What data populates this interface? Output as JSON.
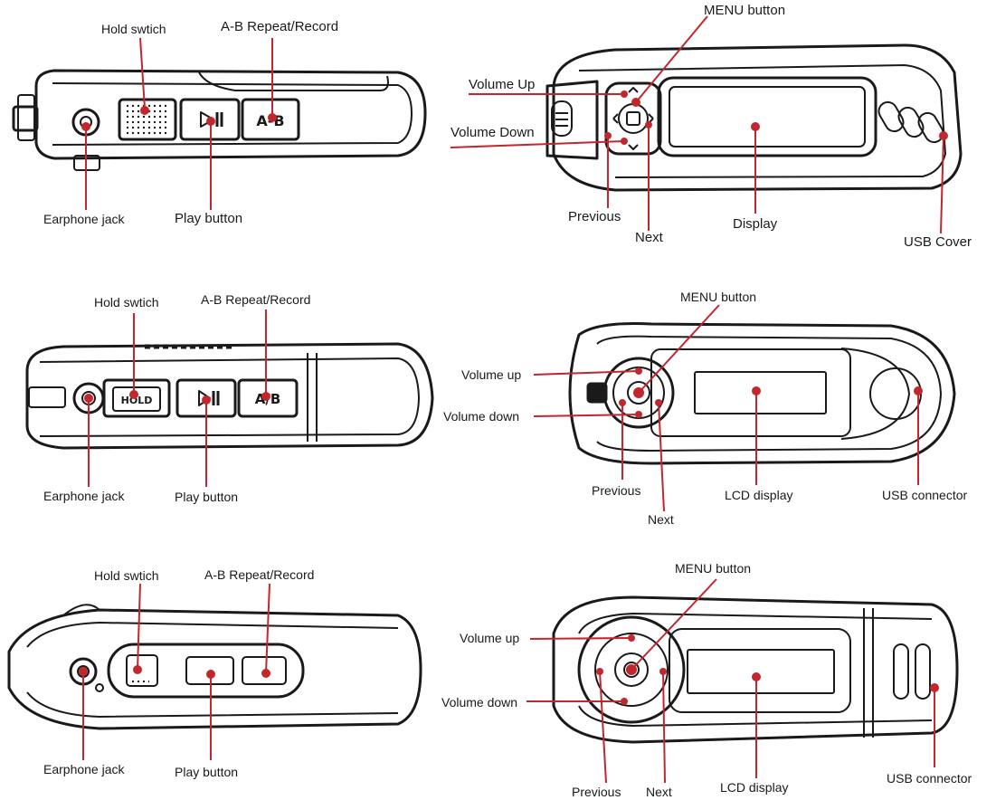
{
  "colors": {
    "outline": "#1a1a1a",
    "callout": "#c0282d",
    "background": "#ffffff"
  },
  "row1": {
    "side": {
      "hold": "Hold swtich",
      "ab": "A-B Repeat/Record",
      "earphone": "Earphone jack",
      "play": "Play button",
      "ab_face": "A-B"
    },
    "front": {
      "menu": "MENU button",
      "vol_up": "Volume Up",
      "vol_down": "Volume Down",
      "previous": "Previous",
      "next": "Next",
      "display": "Display",
      "usb": "USB Cover"
    }
  },
  "row2": {
    "side": {
      "hold": "Hold swtich",
      "ab": "A-B Repeat/Record",
      "earphone": "Earphone jack",
      "play": "Play button",
      "hold_face": "HOLD",
      "ab_face": "A/B"
    },
    "front": {
      "menu": "MENU button",
      "vol_up": "Volume up",
      "vol_down": "Volume down",
      "previous": "Previous",
      "next": "Next",
      "display": "LCD display",
      "usb": "USB connector"
    }
  },
  "row3": {
    "side": {
      "hold": "Hold swtich",
      "ab": "A-B Repeat/Record",
      "earphone": "Earphone jack",
      "play": "Play button"
    },
    "front": {
      "menu": "MENU button",
      "vol_up": "Volume up",
      "vol_down": "Volume down",
      "previous": "Previous",
      "next": "Next",
      "display": "LCD display",
      "usb": "USB connector"
    }
  }
}
